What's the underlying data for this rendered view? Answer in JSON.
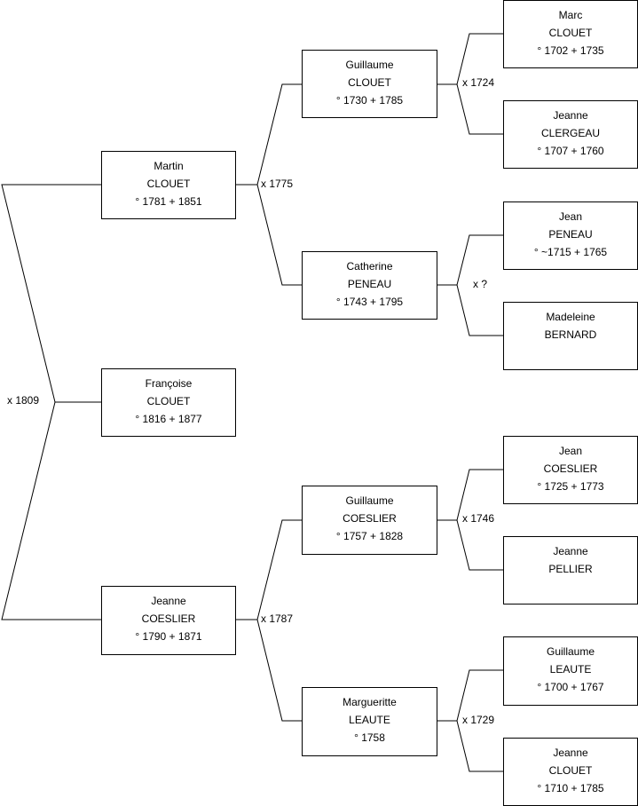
{
  "persons": {
    "francoise": {
      "first": "Françoise",
      "last": "CLOUET",
      "dates": "° 1816 + 1877"
    },
    "martin": {
      "first": "Martin",
      "last": "CLOUET",
      "dates": "° 1781 + 1851"
    },
    "jeanne_c": {
      "first": "Jeanne",
      "last": "COESLIER",
      "dates": "° 1790 + 1871"
    },
    "guillaume_cl": {
      "first": "Guillaume",
      "last": "CLOUET",
      "dates": "° 1730 + 1785"
    },
    "catherine": {
      "first": "Catherine",
      "last": "PENEAU",
      "dates": "° 1743 + 1795"
    },
    "guillaume_co": {
      "first": "Guillaume",
      "last": "COESLIER",
      "dates": "° 1757 + 1828"
    },
    "marguerite": {
      "first": "Margueritte",
      "last": "LEAUTE",
      "dates": "° 1758"
    },
    "marc": {
      "first": "Marc",
      "last": "CLOUET",
      "dates": "° 1702 + 1735"
    },
    "jeanne_cg": {
      "first": "Jeanne",
      "last": "CLERGEAU",
      "dates": "° 1707 + 1760"
    },
    "jean_p": {
      "first": "Jean",
      "last": "PENEAU",
      "dates": "° ~1715 + 1765"
    },
    "madeleine": {
      "first": "Madeleine",
      "last": "BERNARD",
      "dates": ""
    },
    "jean_co": {
      "first": "Jean",
      "last": "COESLIER",
      "dates": "° 1725 + 1773"
    },
    "jeanne_p": {
      "first": "Jeanne",
      "last": "PELLIER",
      "dates": ""
    },
    "guillaume_l": {
      "first": "Guillaume",
      "last": "LEAUTE",
      "dates": "° 1700 + 1767"
    },
    "jeanne_cl": {
      "first": "Jeanne",
      "last": "CLOUET",
      "dates": "° 1710 + 1785"
    }
  },
  "marriages": {
    "m1809": "x 1809",
    "m1775": "x 1775",
    "m1787": "x 1787",
    "m1724": "x 1724",
    "m_unknown": "x ?",
    "m1746": "x 1746",
    "m1729": "x 1729"
  }
}
